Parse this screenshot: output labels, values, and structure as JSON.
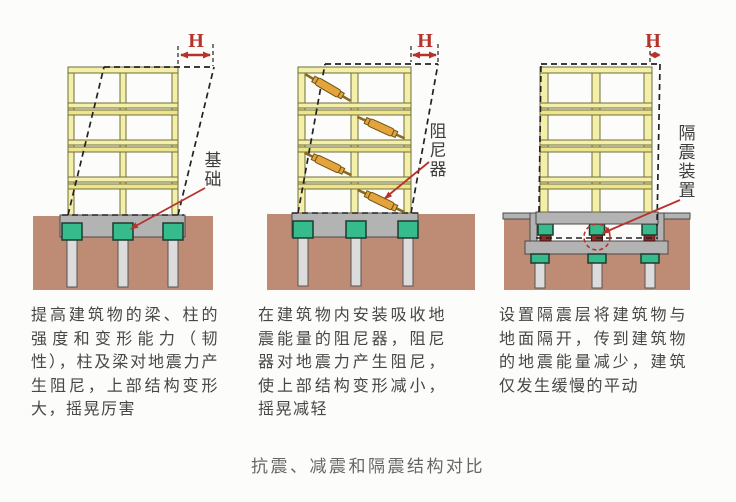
{
  "title": "抗震、减震和隔震结构对比",
  "panels": [
    {
      "h_label": "H",
      "callout": "基础",
      "caption": "提高建筑物的梁、柱的强度和变形能力（韧性），柱及梁对地震力产生阻尼，上部结构变形大，摇晃厉害"
    },
    {
      "h_label": "H",
      "callout": "阻尼器",
      "caption": "在建筑物内安装吸收地震能量的阻尼器，阻尼器对地震力产生阻尼，使上部结构变形减小，摇晃减轻"
    },
    {
      "h_label": "H",
      "callout": "隔震装置",
      "caption": "设置隔震层将建筑物与地面隔开，传到建筑物的地震能量减少，建筑仅发生缓慢的平动"
    }
  ],
  "colors": {
    "frame_yellow": "#F4EFA9",
    "beam_accent": "#EDE48C",
    "soil_brown": "#BE8C74",
    "slab_gray": "#B3B3B3",
    "pile_gray": "#DCDCDC",
    "cap_green": "#35BB8C",
    "damper_orange": "#E5A33C",
    "bearing_red": "#8C2D27",
    "annotation_red": "#B8322C",
    "outline_dark": "#222222"
  }
}
